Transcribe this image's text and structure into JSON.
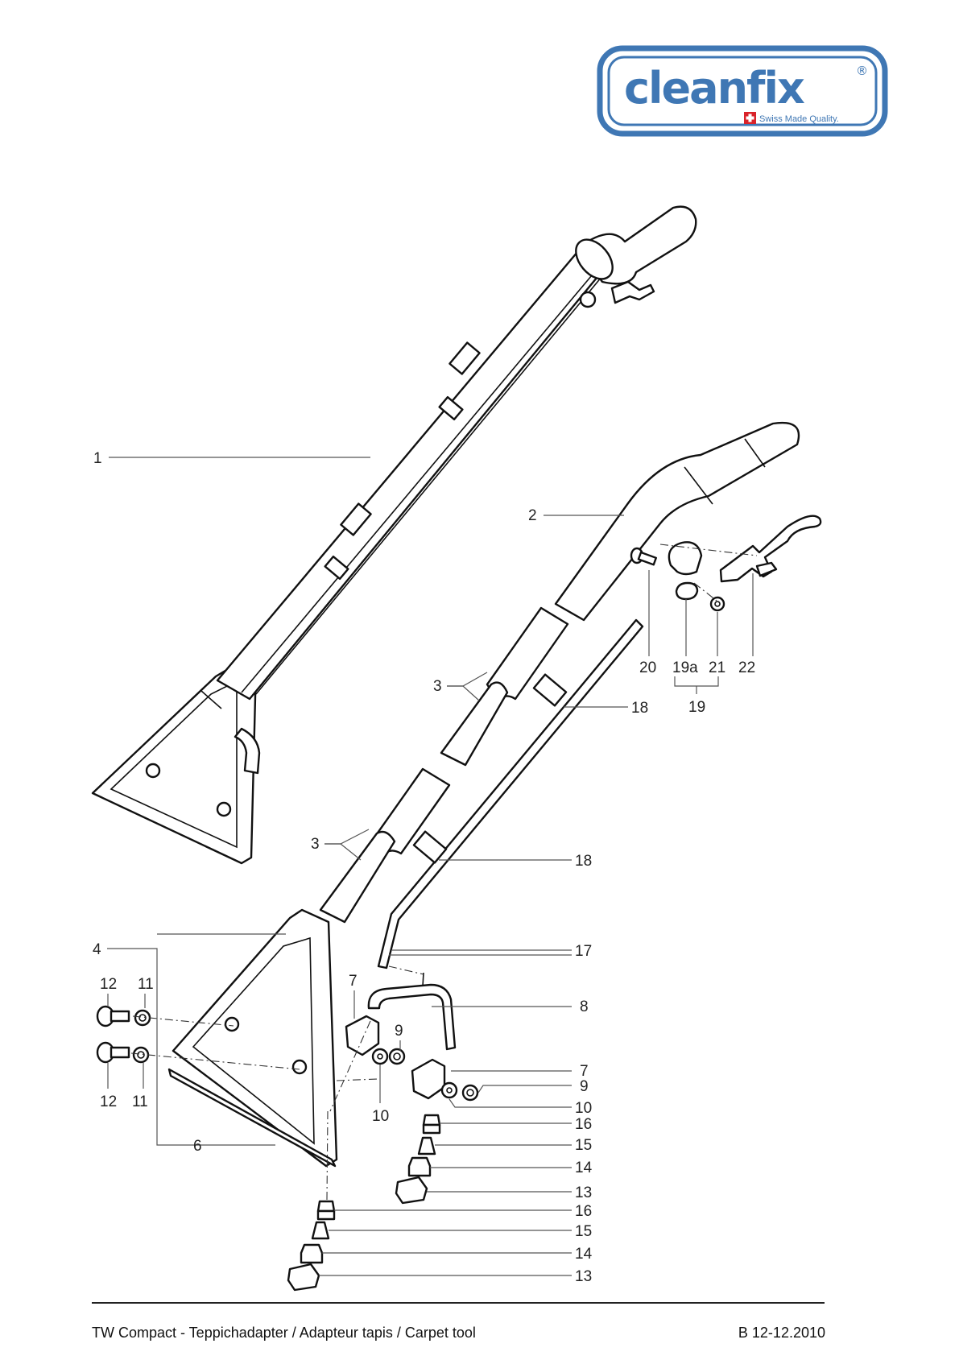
{
  "logo": {
    "brand": "cleanfix",
    "registered": "®",
    "tagline": "Swiss Made Quality.",
    "brand_color": "#3f77b4"
  },
  "callouts": {
    "c1": "1",
    "c2": "2",
    "c3a": "3",
    "c3b": "3",
    "c4": "4",
    "c6": "6",
    "c7a": "7",
    "c7b": "7",
    "c8": "8",
    "c9a": "9",
    "c9b": "9",
    "c10a": "10",
    "c10b": "10",
    "c11a": "11",
    "c11b": "11",
    "c12a": "12",
    "c12b": "12",
    "c13a": "13",
    "c13b": "13",
    "c14a": "14",
    "c14b": "14",
    "c15a": "15",
    "c15b": "15",
    "c16a": "16",
    "c16b": "16",
    "c17": "17",
    "c18a": "18",
    "c18b": "18",
    "c19": "19",
    "c19a": "19a",
    "c20": "20",
    "c21": "21",
    "c22": "22"
  },
  "footer": {
    "title": "TW Compact - Teppichadapter / Adapteur tapis / Carpet tool",
    "code": "B 12-12.2010"
  }
}
